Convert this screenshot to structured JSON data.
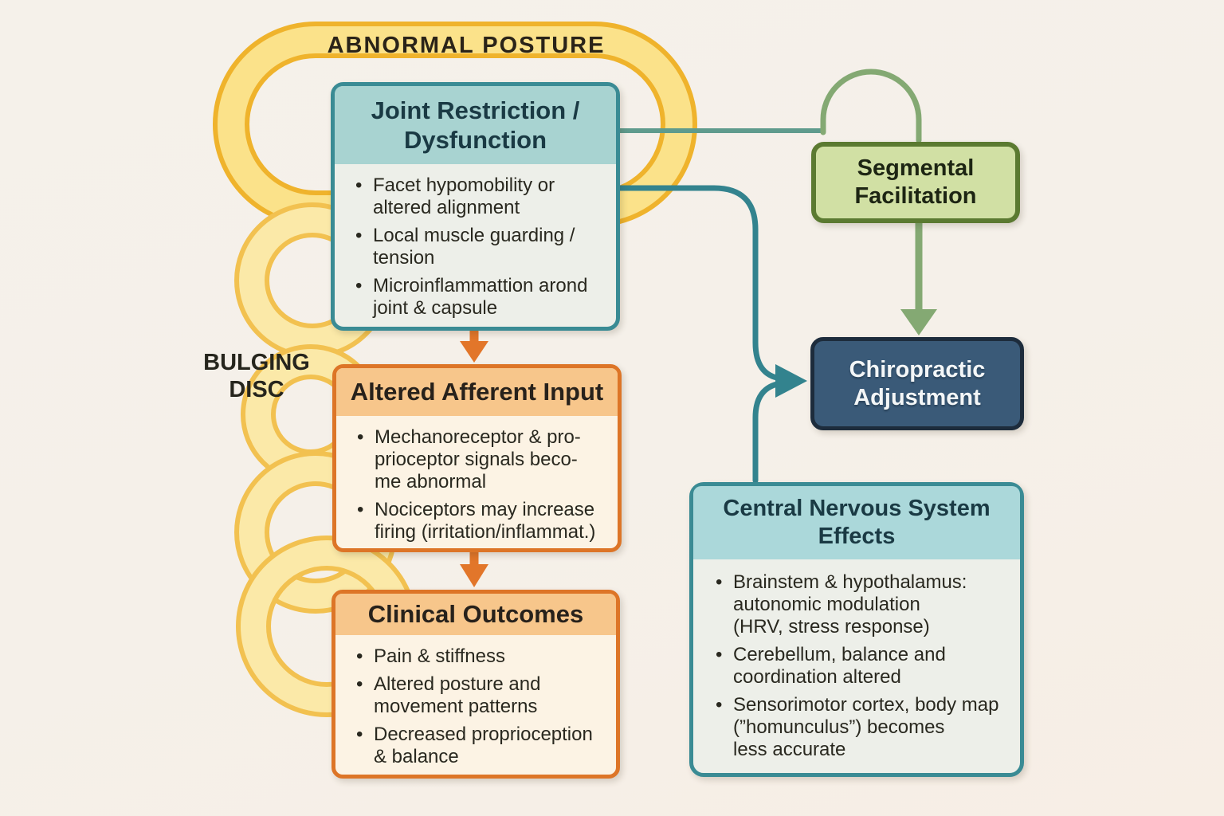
{
  "diagram": {
    "kind": "flowchart-infographic",
    "topic": "Chiropractic adjustment mechanism"
  },
  "labels": {
    "abnormal_posture": "ABNORMAL POSTURE",
    "bulging_disc": "BULGING\nDISC"
  },
  "boxes": {
    "joint_restriction": {
      "title": "Joint Restriction /\nDysfunction",
      "bullets": [
        "Facet hypomobility or\naltered alignment",
        "Local muscle guarding /\ntension",
        "Microinflammattion arond\njoint & capsule"
      ]
    },
    "altered_afferent": {
      "title": "Altered Afferent Input",
      "bullets": [
        "Mechanoreceptor & pro-\nprioceptor signals beco-\nme abnormal",
        "Nociceptors may increase\nfiring (irritation/inflammat.)"
      ]
    },
    "clinical_outcomes": {
      "title": "Clinical Outcomes",
      "bullets": [
        "Pain & stiffness",
        "Altered posture and\nmovement patterns",
        "Decreased proprioception\n& balance"
      ]
    },
    "segmental_facilitation": {
      "title": "Segmental\nFacilitation"
    },
    "chiropractic_adjustment": {
      "title": "Chiropractic\nAdjustment"
    },
    "cns_effects": {
      "title": "Central Nervous System\nEffects",
      "bullets": [
        "Brainstem & hypothalamus:\nautonomic modulation\n(HRV, stress response)",
        "Cerebellum, balance and\ncoordination altered",
        "Sensorimotor cortex, body map\n(”homunculus”) becomes\nless accurate"
      ]
    }
  },
  "bullet_glyph": "•",
  "colors": {
    "background": "#f5f1ea",
    "yellow_tube_fill": "#fbe28a",
    "yellow_tube_edge": "#efb32c",
    "pale_tube_fill": "#fbe9a8",
    "pale_tube_edge": "#f2c150",
    "teal_border": "#3a8b94",
    "teal_header": "#a8d3d1",
    "orange_border": "#dd7527",
    "orange_header": "#f7c68b",
    "green_box_fill": "#d1e0a4",
    "green_box_border": "#5b7a31",
    "navy_fill": "#3a5a78",
    "navy_border": "#1d2c3c",
    "green_arrow": "#84a973",
    "seagreen_line": "#5f9b8d",
    "teal_arrow": "#33838e",
    "orange_arrow": "#e2762a"
  }
}
